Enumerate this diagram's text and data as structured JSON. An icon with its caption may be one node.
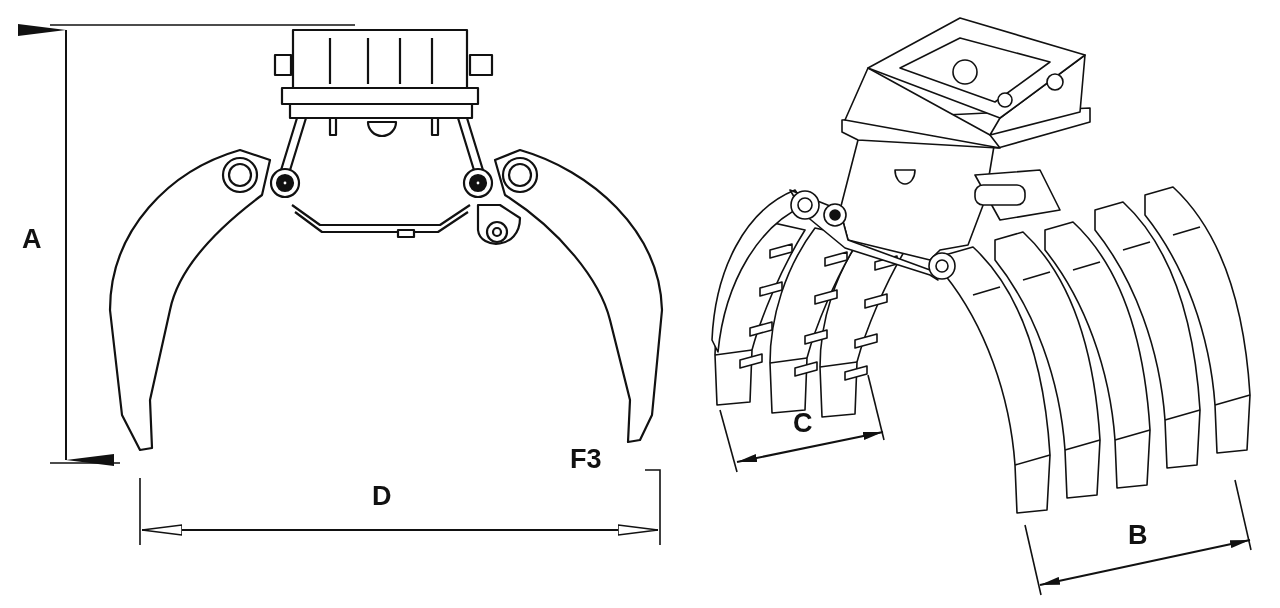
{
  "diagram": {
    "labels": [
      "A",
      "C",
      "F3",
      "D",
      "B"
    ]
  }
}
